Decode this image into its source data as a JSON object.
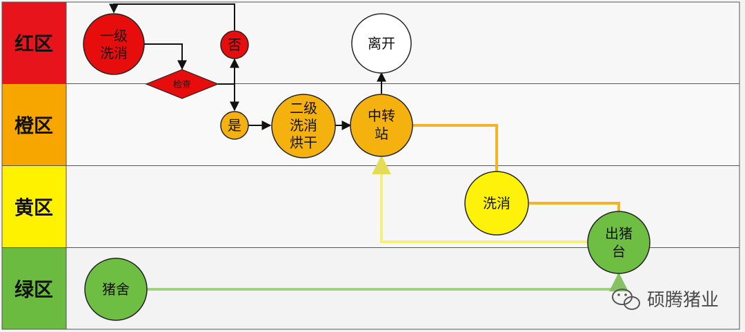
{
  "zones": [
    {
      "id": "red",
      "label": "红区",
      "color": "#e8141b"
    },
    {
      "id": "orange",
      "label": "橙区",
      "color": "#f7a600"
    },
    {
      "id": "yellow",
      "label": "黄区",
      "color": "#fff200"
    },
    {
      "id": "green",
      "label": "绿区",
      "color": "#6abb3f"
    }
  ],
  "nodes": {
    "first_wash": [
      "一级",
      "洗消"
    ],
    "check": "检查",
    "no": "否",
    "yes": "是",
    "second_wash": [
      "二级",
      "洗消",
      "烘干"
    ],
    "transfer": [
      "中转",
      "站"
    ],
    "leave": "离开",
    "yellow_wash": "洗消",
    "loading": [
      "出猪",
      "台"
    ],
    "pigsty": "猪舍"
  },
  "watermark": "硕腾猪业",
  "colors": {
    "red_node": "#e80d0d",
    "orange_node": "#f5b20f",
    "yellow_node": "#fff20a",
    "green_node": "#6fbe44",
    "orange_line": "#f3b322",
    "yellow_line": "#f5f07a",
    "green_line": "#9fd27f"
  }
}
